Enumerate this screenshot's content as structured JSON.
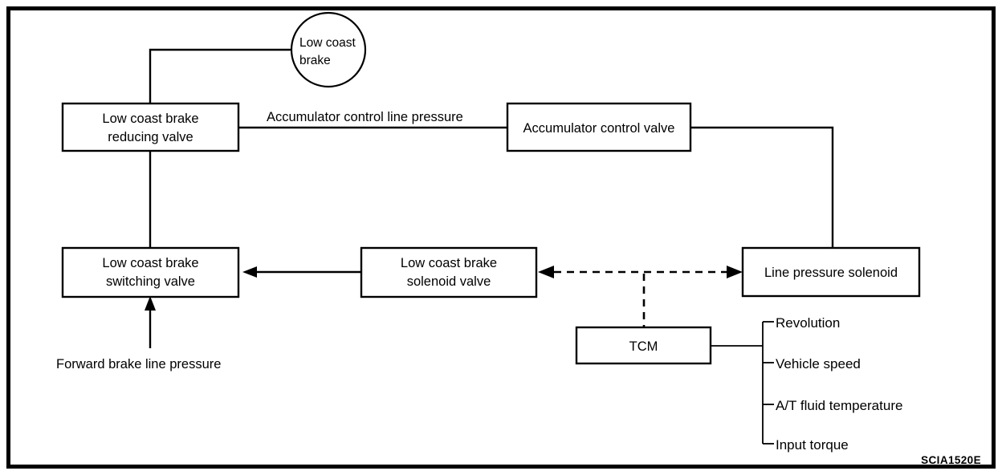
{
  "figure": {
    "id_code": "SCIA1520E",
    "background_color": "#ffffff",
    "line_color": "#000000"
  },
  "nodes": {
    "low_coast_brake": {
      "label_line1": "Low coast",
      "label_line2": "brake",
      "shape": "circle"
    },
    "reducing_valve": {
      "label_line1": "Low coast brake",
      "label_line2": "reducing valve",
      "shape": "box"
    },
    "accumulator_control_valve": {
      "label_line1": "Accumulator control valve",
      "shape": "box"
    },
    "switching_valve": {
      "label_line1": "Low coast brake",
      "label_line2": "switching valve",
      "shape": "box"
    },
    "solenoid_valve": {
      "label_line1": "Low coast brake",
      "label_line2": "solenoid valve",
      "shape": "box"
    },
    "line_pressure_solenoid": {
      "label_line1": "Line pressure solenoid",
      "shape": "box"
    },
    "tcm": {
      "label_line1": "TCM",
      "shape": "box"
    }
  },
  "edge_labels": {
    "accumulator_control_line_pressure": "Accumulator control line pressure",
    "forward_brake_line_pressure": "Forward brake line pressure"
  },
  "tcm_inputs": [
    "Revolution",
    "Vehicle speed",
    "A/T fluid temperature",
    "Input torque"
  ]
}
